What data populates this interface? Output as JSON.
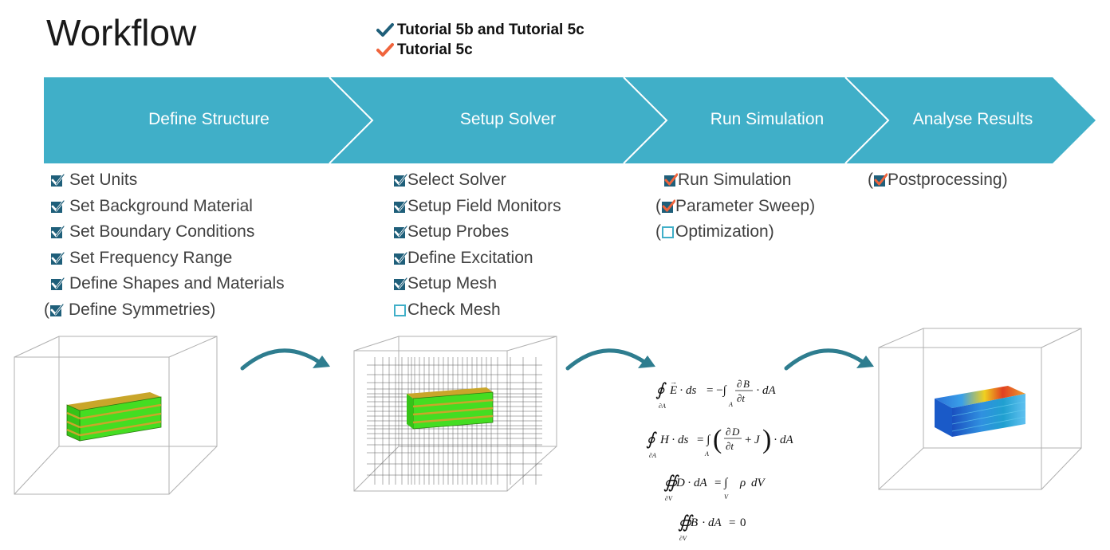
{
  "title": "Workflow",
  "legend": [
    {
      "label": "Tutorial 5b and Tutorial 5c",
      "color": "#1f5f7a"
    },
    {
      "label": "Tutorial 5c",
      "color": "#f0643c"
    }
  ],
  "colors": {
    "ribbon": "#40afc8",
    "check_dark": "#1f5f7a",
    "check_orange": "#f0643c",
    "empty_box": "#40afc8",
    "flow_arrow": "#2e7d8f"
  },
  "stages": [
    {
      "label": "Define Structure"
    },
    {
      "label": "Setup Solver"
    },
    {
      "label": "Run Simulation"
    },
    {
      "label": "Analyse Results"
    }
  ],
  "define_structure_steps": [
    {
      "label": "Set Units",
      "state": "checked"
    },
    {
      "label": "Set Background Material",
      "state": "checked"
    },
    {
      "label": "Set Boundary Conditions",
      "state": "checked"
    },
    {
      "label": "Set Frequency Range",
      "state": "checked"
    },
    {
      "label": "Define Shapes and Materials",
      "state": "checked"
    },
    {
      "label": "Define Symmetries",
      "state": "checked",
      "optional": true
    }
  ],
  "setup_solver_steps": [
    {
      "label": "Select Solver",
      "state": "checked"
    },
    {
      "label": "Setup Field Monitors",
      "state": "checked"
    },
    {
      "label": "Setup Probes",
      "state": "checked"
    },
    {
      "label": "Define Excitation",
      "state": "checked"
    },
    {
      "label": "Setup Mesh",
      "state": "checked"
    },
    {
      "label": "Check Mesh",
      "state": "empty"
    }
  ],
  "run_simulation_steps": [
    {
      "label": "Run Simulation",
      "state": "checked_orange"
    },
    {
      "label": "Parameter Sweep",
      "state": "checked_orange",
      "optional": true
    },
    {
      "label": "Optimization",
      "state": "empty",
      "optional": true
    }
  ],
  "analyse_results_steps": [
    {
      "label": "Postprocessing",
      "state": "checked_orange",
      "optional": true
    }
  ],
  "paren_open": "(",
  "paren_close": ")",
  "equations": {
    "gauss_faraday": {
      "lhs_a": "E",
      "lhs_b": "ds",
      "rhs": "B",
      "t": "∂t",
      "dA": "dA",
      "sub": "∂A",
      "sub2": "A"
    },
    "ampere": {
      "lhs_a": "H",
      "lhs_b": "ds",
      "d": "D",
      "t": "∂t",
      "j": "J",
      "dA": "dA",
      "sub": "∂A",
      "sub2": "A"
    },
    "gauss_e": {
      "lhs_a": "D",
      "lhs_b": "dA",
      "rho": "ρ",
      "dV": "dV",
      "sub": "∂V",
      "sub2": "V"
    },
    "gauss_m": {
      "lhs_a": "B",
      "lhs_b": "dA",
      "zero": "0",
      "sub": "∂V"
    }
  }
}
